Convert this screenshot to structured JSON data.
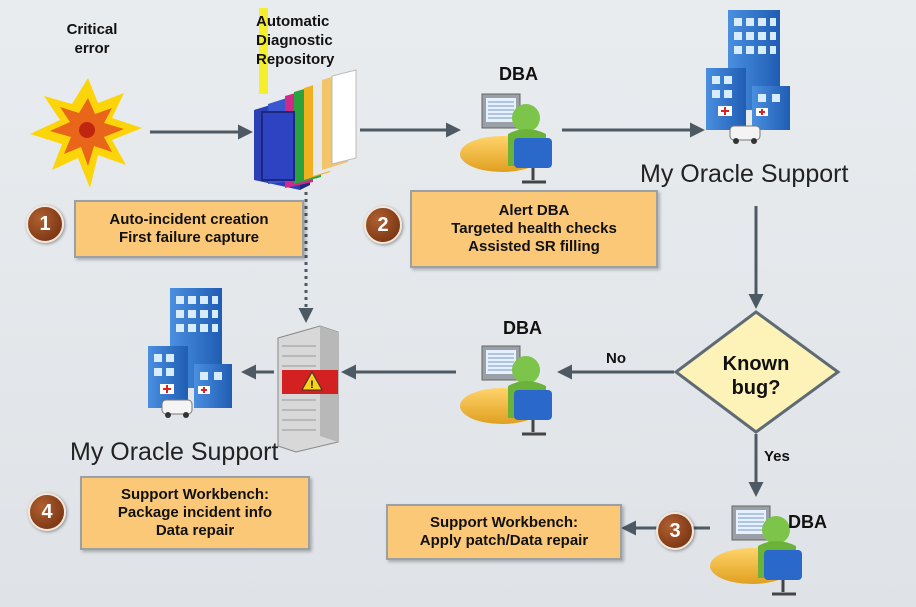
{
  "labels": {
    "critical_error": "Critical\nerror",
    "adr": "Automatic\nDiagnostic\nRepository",
    "dba_top": "DBA",
    "dba_middle": "DBA",
    "dba_bottom": "DBA",
    "mos_top": "My Oracle Support",
    "mos_bottom": "My Oracle Support",
    "known_bug": "Known\nbug?",
    "no": "No",
    "yes": "Yes"
  },
  "steps": [
    {
      "num": "1",
      "lines": [
        "Auto-incident creation",
        "First failure capture"
      ]
    },
    {
      "num": "2",
      "lines": [
        "Alert DBA",
        "Targeted health checks",
        "Assisted SR filling"
      ]
    },
    {
      "num": "3",
      "lines": [
        "Support Workbench:",
        "Apply patch/Data repair"
      ]
    },
    {
      "num": "4",
      "lines": [
        "Support Workbench:",
        "Package incident info",
        "Data repair"
      ]
    }
  ],
  "colors": {
    "box_fill": "#fbc878",
    "badge": "#7a3210",
    "arrow": "#4d5a63",
    "decision": "#fdf3b8",
    "highlight": "#f4ef2a",
    "underline": "#d81e1e"
  },
  "icons": [
    "explosion-icon",
    "binders-icon",
    "dba-workstation-icon",
    "office-building-icon",
    "incident-package-icon"
  ]
}
